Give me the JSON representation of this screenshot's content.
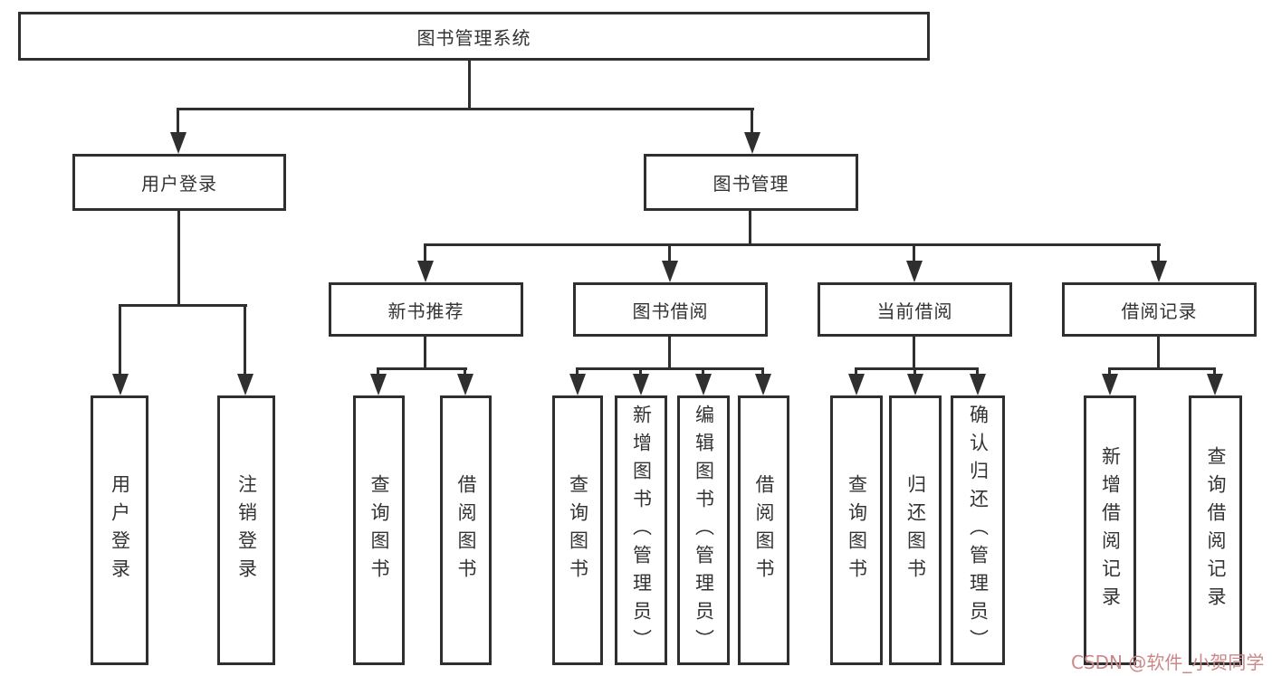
{
  "diagram": {
    "title": "图书管理系统",
    "root": {
      "label": "图书管理系统"
    },
    "level2": [
      {
        "label": "用户登录"
      },
      {
        "label": "图书管理"
      }
    ],
    "level3": [
      {
        "label": "新书推荐"
      },
      {
        "label": "图书借阅"
      },
      {
        "label": "当前借阅"
      },
      {
        "label": "借阅记录"
      }
    ],
    "leaves": {
      "user_login": [
        "用户登录",
        "注销登录"
      ],
      "new_book": [
        "查询图书",
        "借阅图书"
      ],
      "book_borrow": [
        "查询图书",
        "新增图书（管理员）",
        "编辑图书（管理员）",
        "借阅图书"
      ],
      "current_borrow": [
        "查询图书",
        "归还图书",
        "确认归还（管理员）"
      ],
      "borrow_record": [
        "新增借阅记录",
        "查询借阅记录"
      ]
    }
  },
  "watermark": {
    "text": "CSDN @软件_小贺同学",
    "color": "#cc8888"
  },
  "colors": {
    "line": "#2f2f2f",
    "text": "#333333",
    "background": "#ffffff"
  }
}
